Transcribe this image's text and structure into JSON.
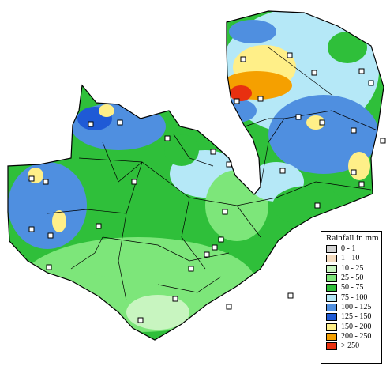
{
  "legend": {
    "title": "Rainfall in mm",
    "classes": [
      {
        "label": "0 - 1",
        "color": "#d3d3d3"
      },
      {
        "label": "1 - 10",
        "color": "#f5dcc0"
      },
      {
        "label": "10 - 25",
        "color": "#c8f5c0"
      },
      {
        "label": "25 - 50",
        "color": "#7de67a"
      },
      {
        "label": "50 - 75",
        "color": "#2fbf3a"
      },
      {
        "label": "75 - 100",
        "color": "#b5e8f7"
      },
      {
        "label": "100 - 125",
        "color": "#4f8fe0"
      },
      {
        "label": "125 - 150",
        "color": "#1f5ad6"
      },
      {
        "label": "150 - 200",
        "color": "#ffef88"
      },
      {
        "label": "200 - 250",
        "color": "#f5a000"
      },
      {
        "label": "> 250",
        "color": "#e83010"
      }
    ]
  },
  "colors": {
    "boundary": "#000000",
    "station_marker_fill": "#ffffff",
    "background": "#ffffff"
  },
  "map_features": {
    "country_outline": "country-outline",
    "province_boundaries": "province-boundaries",
    "station_marker_count": 36
  }
}
